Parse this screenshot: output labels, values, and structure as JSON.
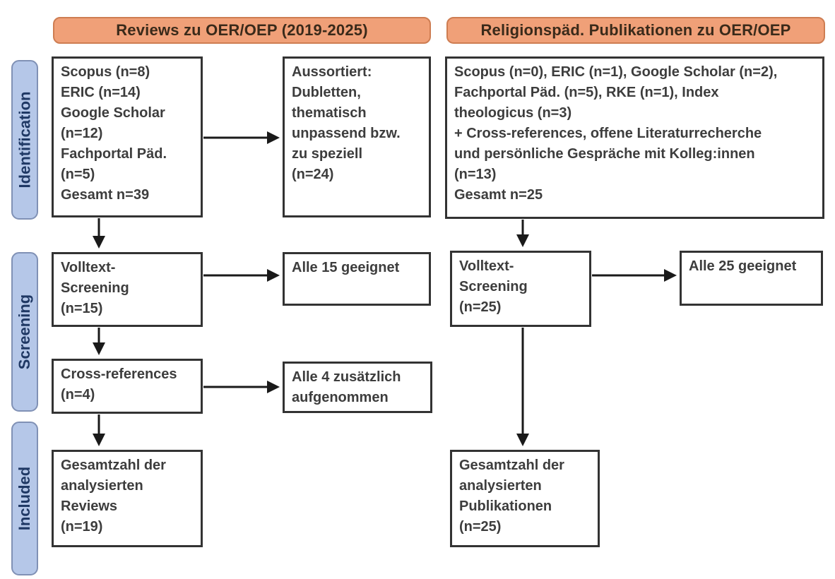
{
  "diagram_title": "PRISMA-style literature search flow diagram",
  "title_banners": {
    "left": "Reviews zu OER/OEP (2019-2025)",
    "right": "Religionspäd. Publikationen zu OER/OEP"
  },
  "stage_labels": {
    "identification": "Identification",
    "screening": "Screening",
    "included": "Included"
  },
  "boxes": {
    "left_sources": "Scopus (n=8)\nERIC (n=14)\nGoogle Scholar\n(n=12)\nFachportal Päd.\n(n=5)\nGesamt n=39",
    "left_excluded": "Aussortiert:\nDubletten,\nthematisch\nunpassend bzw.\nzu speziell\n(n=24)",
    "left_fulltext": "Volltext-\nScreening\n(n=15)",
    "left_fulltext_result": "Alle 15 geeignet",
    "left_crossref": "Cross-references\n(n=4)",
    "left_crossref_result": "Alle 4 zusätzlich\naufgenommen",
    "left_included": "Gesamtzahl der\nanalysierten\nReviews\n(n=19)",
    "right_sources": "Scopus (n=0), ERIC (n=1), Google Scholar (n=2),\nFachportal Päd. (n=5), RKE (n=1), Index\ntheologicus (n=3)\n+ Cross-references, offene Literaturrecherche\nund persönliche Gespräche mit Kolleg:innen\n(n=13)\nGesamt n=25",
    "right_fulltext": "Volltext-\nScreening\n(n=25)",
    "right_fulltext_result": "Alle 25 geeignet",
    "right_included": "Gesamtzahl der\nanalysierten\nPublikationen\n(n=25)"
  },
  "counts": {
    "reviews_scopus": 8,
    "reviews_eric": 14,
    "reviews_google_scholar": 12,
    "reviews_fachportal": 5,
    "reviews_gesamt": 39,
    "reviews_aussortiert": 24,
    "reviews_volltext_screening": 15,
    "reviews_geeignet": 15,
    "reviews_crossref": 4,
    "reviews_zusaetzlich": 4,
    "reviews_analysiert": 19,
    "relpaed_scopus": 0,
    "relpaed_eric": 1,
    "relpaed_google_scholar": 2,
    "relpaed_fachportal": 5,
    "relpaed_rke": 1,
    "relpaed_index_theologicus": 3,
    "relpaed_weitere": 13,
    "relpaed_gesamt": 25,
    "relpaed_volltext_screening": 25,
    "relpaed_geeignet": 25,
    "relpaed_analysiert": 25
  },
  "colors": {
    "banner_fill": "#F0A078",
    "banner_border": "#CE7D52",
    "banner_text": "#3A2A1A",
    "stage_fill": "#B5C7E8",
    "stage_border": "#8091B5",
    "stage_text": "#1F3864",
    "box_border": "#333333",
    "box_text": "#3D3D3D",
    "arrow": "#1A1A1A",
    "background": "#FFFFFF"
  }
}
